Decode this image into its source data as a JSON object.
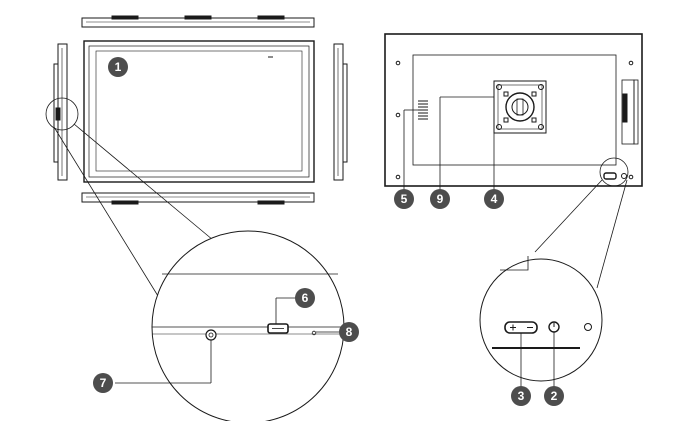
{
  "callouts": [
    {
      "id": "c1",
      "label": "1"
    },
    {
      "id": "c2",
      "label": "2"
    },
    {
      "id": "c3",
      "label": "3"
    },
    {
      "id": "c4",
      "label": "4"
    },
    {
      "id": "c5",
      "label": "5"
    },
    {
      "id": "c6",
      "label": "6"
    },
    {
      "id": "c7",
      "label": "7"
    },
    {
      "id": "c8",
      "label": "8"
    },
    {
      "id": "c9",
      "label": "9"
    }
  ],
  "colors": {
    "line": "#1a1a1a",
    "badge": "#4d4d4d",
    "panel": "#ffffff"
  }
}
